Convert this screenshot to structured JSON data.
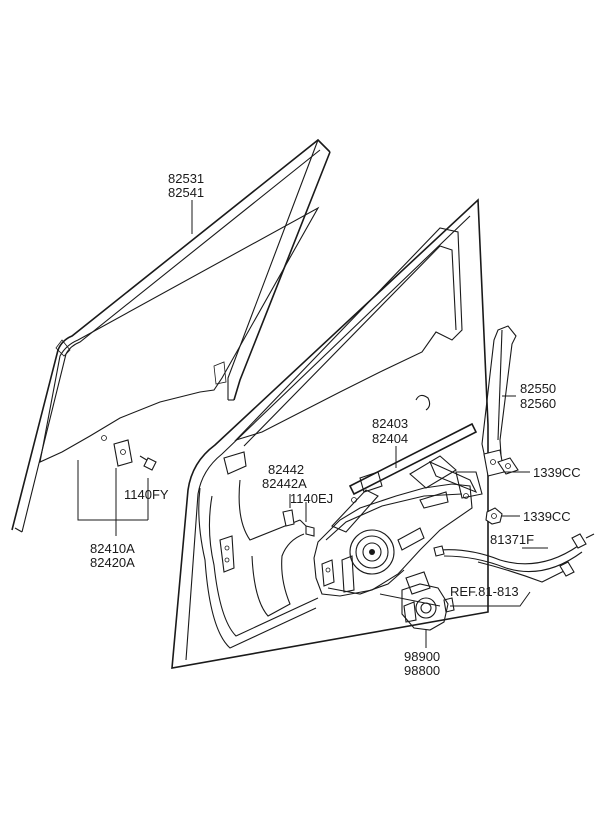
{
  "labels": {
    "glass_run_upper": "82531",
    "glass_run_lower": "82541",
    "channel_upper": "82550",
    "channel_lower": "82560",
    "regulator_upper": "82403",
    "regulator_lower": "82404",
    "bolt_1339_a": "1339CC",
    "bolt_1339_b": "1339CC",
    "clip_upper": "82442",
    "clip_lower": "82442A",
    "screw_1140ej": "1140EJ",
    "cable": "81371F",
    "screw_1140fy": "1140FY",
    "glass_upper": "82410A",
    "glass_lower": "82420A",
    "reference": "REF.81-813",
    "motor_upper": "98900",
    "motor_lower": "98800"
  },
  "colors": {
    "line": "#1a1a1a",
    "background": "#ffffff"
  }
}
